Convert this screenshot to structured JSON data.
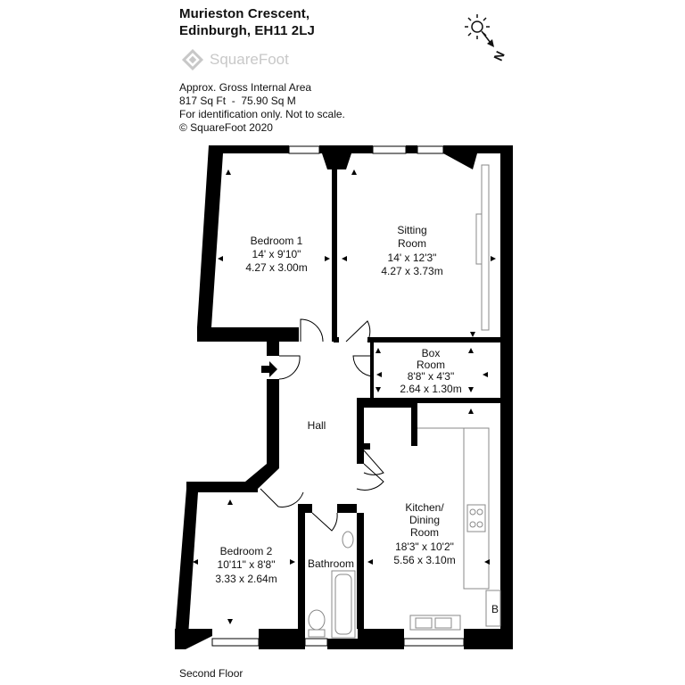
{
  "header": {
    "address_line1": "Murieston Crescent,",
    "address_line2": "Edinburgh, EH11 2LJ"
  },
  "logo": {
    "text": "SquareFoot"
  },
  "info": {
    "line1": "Approx. Gross Internal Area",
    "line2": "817 Sq Ft  -  75.90 Sq M",
    "line3": "For identification only. Not to scale.",
    "line4": "© SquareFoot 2020"
  },
  "compass": {
    "label": "N"
  },
  "rooms": {
    "bedroom1": {
      "name": "Bedroom 1",
      "imperial": "14' x 9'10\"",
      "metric": "4.27 x 3.00m"
    },
    "sitting": {
      "name1": "Sitting",
      "name2": "Room",
      "imperial": "14' x 12'3\"",
      "metric": "4.27 x 3.73m"
    },
    "box": {
      "name1": "Box",
      "name2": "Room",
      "imperial": "8'8\" x 4'3\"",
      "metric": "2.64 x 1.30m"
    },
    "hall": {
      "name": "Hall"
    },
    "kitchen": {
      "name1": "Kitchen/",
      "name2": "Dining",
      "name3": "Room",
      "imperial": "18'3\" x 10'2\"",
      "metric": "5.56 x 3.10m"
    },
    "bedroom2": {
      "name": "Bedroom 2",
      "imperial": "10'11\" x 8'8\"",
      "metric": "3.33 x 2.64m"
    },
    "bathroom": {
      "name": "Bathroom"
    },
    "boiler": {
      "label": "B"
    }
  },
  "floor": {
    "label": "Second Floor"
  },
  "colors": {
    "wall": "#000000",
    "fixture": "#888888",
    "logo": "#c8c8c8"
  }
}
